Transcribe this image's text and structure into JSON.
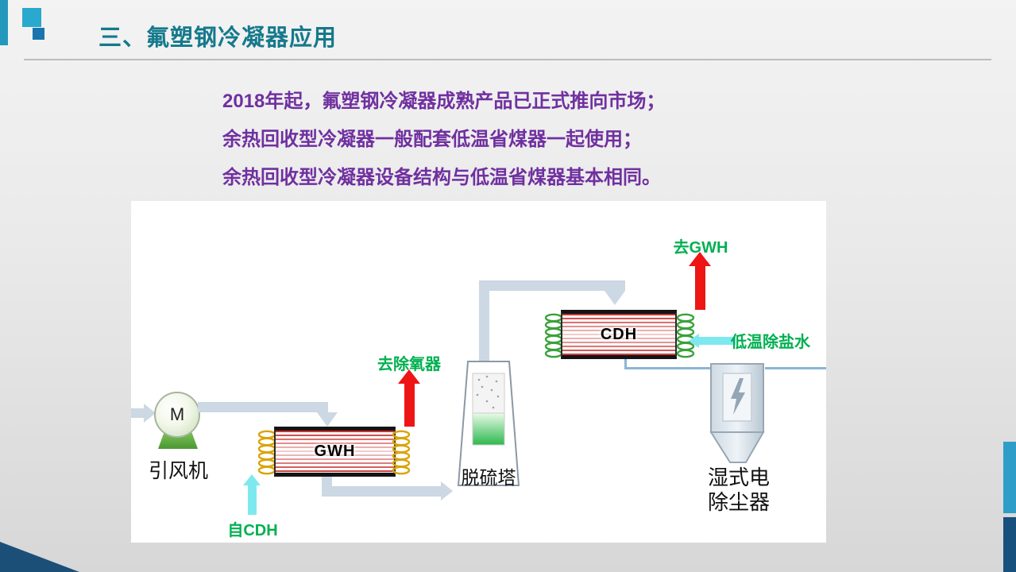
{
  "title": "三、氟塑钢冷凝器应用",
  "bullets": [
    "2018年起，氟塑钢冷凝器成熟产品已正式推向市场；",
    "余热回收型冷凝器一般配套低温省煤器一起使用；",
    "余热回收型冷凝器设备结构与低温省煤器基本相同。"
  ],
  "diagram": {
    "fan": {
      "motor": "M",
      "label": "引风机"
    },
    "gwh": {
      "name": "GWH",
      "outlet_label": "去除氧器",
      "inlet_label": "自CDH"
    },
    "tower": {
      "label": "脱硫塔"
    },
    "cdh": {
      "name": "CDH",
      "outlet_label": "去GWH",
      "water_label": "低温除盐水"
    },
    "esp": {
      "label_line1": "湿式电",
      "label_line2": "除尘器"
    }
  },
  "colors": {
    "title_teal": "#15798C",
    "bullet_purple": "#7030A0",
    "flow_label_green": "#00B050",
    "hot_arrow_red": "#EE1515",
    "cool_arrow_cyan": "#7DE9EE",
    "duct_gray_blue": "#CCD8E3",
    "accent_teal": "#29A9CD",
    "accent_blue": "#1A74AE",
    "accent_navy": "#1B4F77"
  }
}
